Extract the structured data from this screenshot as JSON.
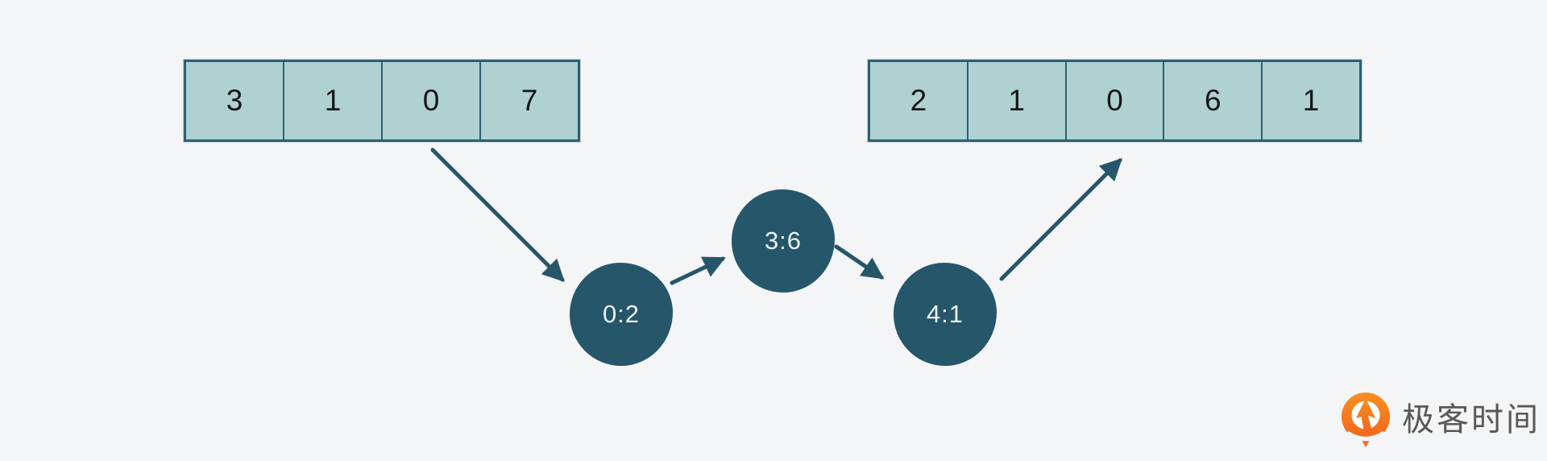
{
  "colors": {
    "background": "#f4f5f7",
    "accent": "#26566a",
    "cell_fill": "#afd1d2",
    "cell_border": "#2c6173",
    "cell_text": "#161616",
    "node_text": "#eef3f4",
    "logo_orange": "#f3651a",
    "logo_orange_light": "#fa8f22",
    "logo_text": "#5a5757"
  },
  "left_array": {
    "values": [
      "3",
      "1",
      "0",
      "7"
    ]
  },
  "right_array": {
    "values": [
      "2",
      "1",
      "0",
      "6",
      "1"
    ]
  },
  "nodes": [
    {
      "label": "0:2"
    },
    {
      "label": "3:6"
    },
    {
      "label": "4:1"
    }
  ],
  "logo": {
    "text": "极客时间"
  }
}
